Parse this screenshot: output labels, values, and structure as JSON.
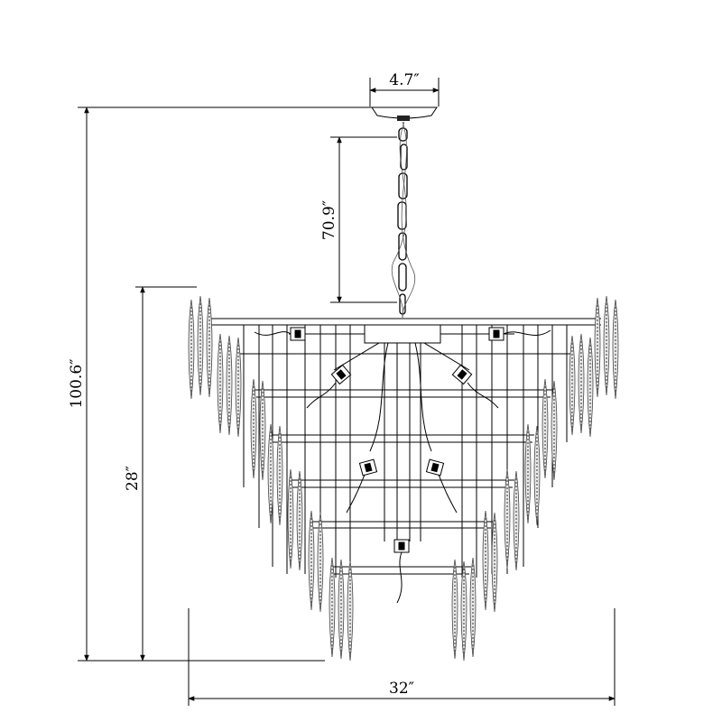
{
  "dimensions": {
    "canopy_width": "4.7″",
    "chain_length": "70.9″",
    "overall_height": "100.6″",
    "fixture_height": "28″",
    "fixture_width": "32″"
  },
  "colors": {
    "line": "#000000",
    "crystal": "#555555",
    "background": "#ffffff"
  }
}
